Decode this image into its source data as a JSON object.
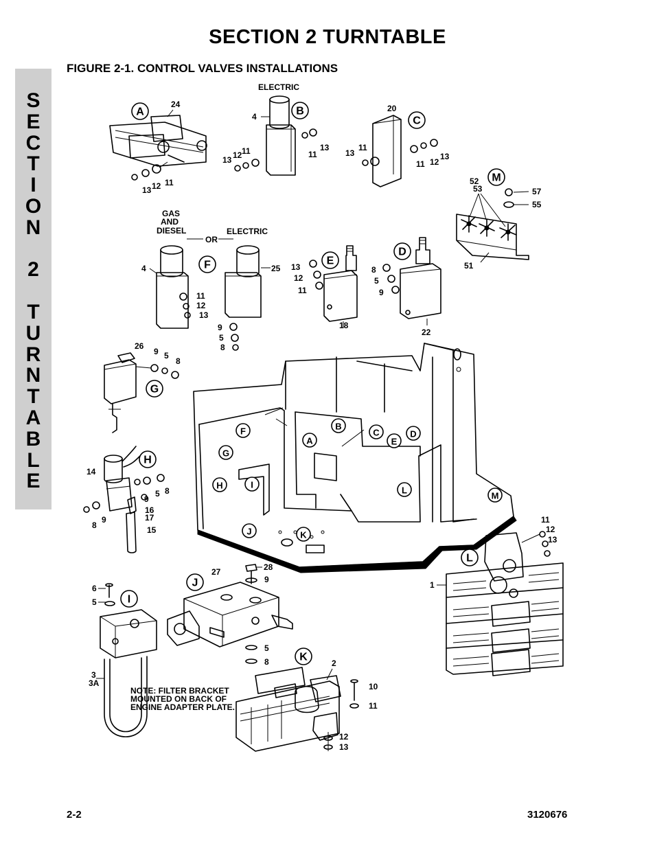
{
  "header": {
    "section_title": "SECTION 2  TURNTABLE",
    "figure_title": "FIGURE 2-1.    CONTROL VALVES INSTALLATIONS"
  },
  "side_tab": {
    "letters": [
      "S",
      "E",
      "C",
      "T",
      "I",
      "O",
      "N",
      "",
      "2",
      "",
      "T",
      "U",
      "R",
      "N",
      "T",
      "A",
      "B",
      "L",
      "E"
    ]
  },
  "footer": {
    "page_number": "2-2",
    "document_number": "3120676"
  },
  "callouts": {
    "electric_top": "ELECTRIC",
    "gas": "GAS",
    "and": "AND",
    "diesel": "DIESEL",
    "or": "OR",
    "electric_mid": "ELECTRIC",
    "note_line1": "NOTE: FILTER BRACKET",
    "note_line2": "MOUNTED ON BACK OF",
    "note_line3": "ENGINE ADAPTER PLATE."
  },
  "view_letters": {
    "A": "A",
    "B": "B",
    "C": "C",
    "D": "D",
    "E": "E",
    "F": "F",
    "G": "G",
    "H": "H",
    "I": "I",
    "J": "J",
    "K": "K",
    "L": "L",
    "M": "M"
  },
  "part_numbers": {
    "a24": "24",
    "a13": "13",
    "a12": "12",
    "a11": "11",
    "b4": "4",
    "b13l": "13",
    "b12l": "12",
    "b11l": "11",
    "b11r": "11",
    "b13r": "13",
    "c20": "20",
    "c13l": "13",
    "c11l": "11",
    "c11r": "11",
    "c12r": "12",
    "c13r": "13",
    "m52": "52",
    "m53": "53",
    "m57": "57",
    "m55": "55",
    "m51": "51",
    "f4": "4",
    "f11": "11",
    "f12": "12",
    "f13": "13",
    "f25": "25",
    "f9": "9",
    "f5": "5",
    "f8": "8",
    "e13": "13",
    "e12": "12",
    "e11": "11",
    "e18": "18",
    "d8": "8",
    "d5": "5",
    "d9": "9",
    "d22": "22",
    "g26": "26",
    "g9": "9",
    "g5": "5",
    "g8": "8",
    "h14": "14",
    "h9": "9",
    "h5": "5",
    "h8": "8",
    "h8b": "8",
    "h9b": "9",
    "h16": "16",
    "h17": "17",
    "h15": "15",
    "i6": "6",
    "i5": "5",
    "i3": "3",
    "i3a": "3A",
    "j27": "27",
    "j28": "28",
    "j9": "9",
    "j5": "5",
    "j8": "8",
    "k2": "2",
    "k10": "10",
    "k11": "11",
    "k12": "12",
    "k13": "13",
    "l11": "11",
    "l12": "12",
    "l13": "13",
    "l1": "1"
  }
}
